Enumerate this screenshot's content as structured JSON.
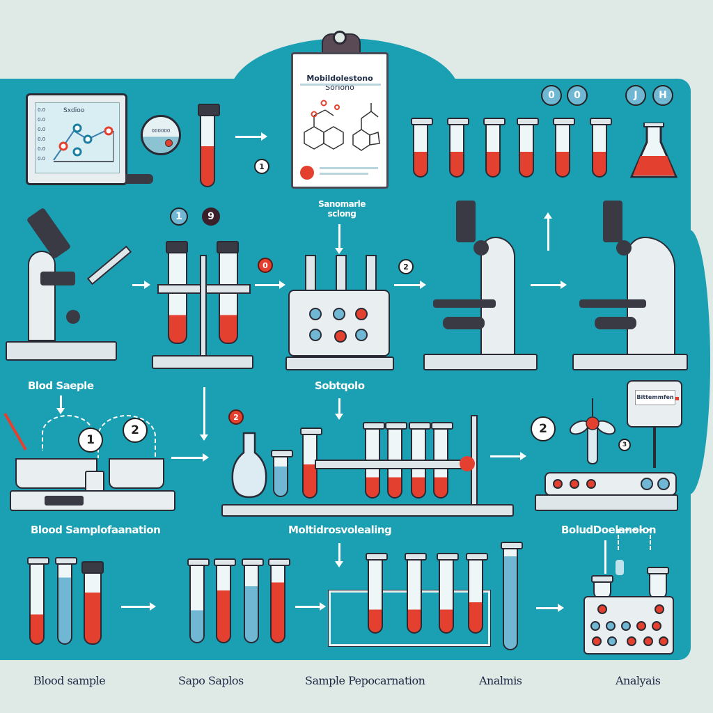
{
  "diagram": {
    "clipboard_title_line1": "Mobildolestono",
    "clipboard_title_line2": "Sorlono",
    "monitor_title": "Sxdioo",
    "monitor_axis_labels": [
      "0.0",
      "0.0",
      "0.0",
      "0.0",
      "0.0",
      "0.0"
    ],
    "dial_label": "000000",
    "status_display_label": "Bittemmfen",
    "labels": {
      "sample_screening": "Sanomarle sclong",
      "blood_sample_top": "Blod Saeple",
      "sample_middle": "Sobtqolo",
      "blood_sample_prep": "Blood Samplofaanation",
      "mobile_label": "Moltidrosvolealing",
      "blood_evaluation": "BoludDoelanolon"
    },
    "badges": {
      "step_one_top": "1",
      "marker_one": "1",
      "marker_nine": "9",
      "red_marker_row2": "0",
      "marker_row2_right": "2",
      "step_one_bottom": "1",
      "step_two_bottom": "2",
      "red_marker_row3": "2",
      "step_two_right": "2",
      "small_marker": "3",
      "top_right_1": "0",
      "top_right_2": "0",
      "top_right_3": "J",
      "top_right_4": "H"
    },
    "footer": [
      "Blood sample",
      "Sapo Saplos",
      "Sample Pepocarnation",
      "Analmis",
      "Analyais"
    ]
  },
  "colors": {
    "panel": "#1a9fb3",
    "background": "#dfe9e6",
    "blood_red": "#e3402f",
    "liquid_blue": "#6fb7d3",
    "outline": "#2a2a35"
  }
}
